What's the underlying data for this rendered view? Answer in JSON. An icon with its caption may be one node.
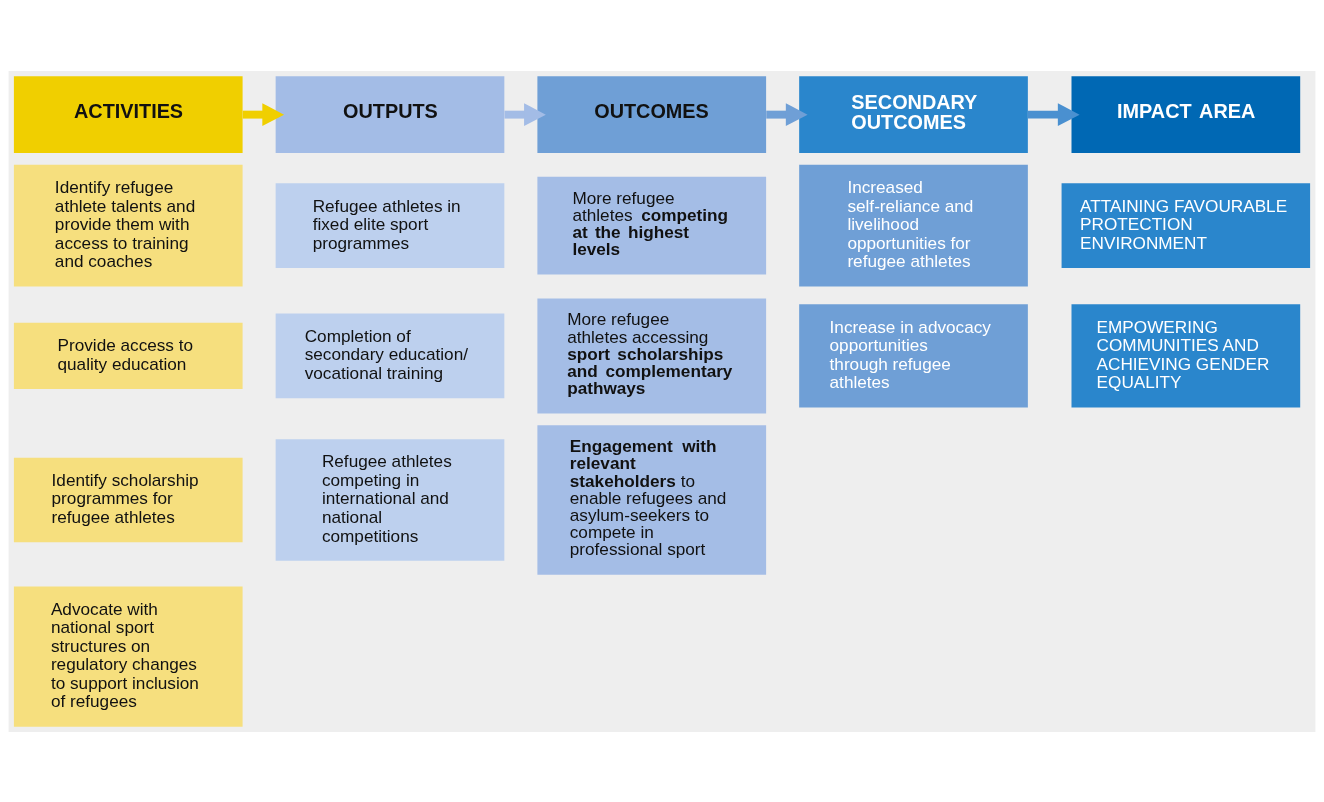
{
  "diagram": {
    "nodes": [
      {
        "text": [
          "ACTIVITIES"
        ]
      },
      {
        "text": [
          "Identify refugee athlete talents and provide them with access to training and coaches"
        ]
      },
      {
        "text": [
          "Provide access to quality education"
        ]
      },
      {
        "text": [
          "Identify scholarship programmes for refugee athletes"
        ]
      },
      {
        "text": [
          "Advocate with national sport structures on regulatory changes to support inclusion of refugees"
        ]
      },
      {
        "text": [
          "OUTPUTS"
        ]
      },
      {
        "text": [
          "Refugee athletes in fixed elite sport programmes"
        ]
      },
      {
        "text": [
          "Completion of secondary education/ vocational training"
        ]
      },
      {
        "text": [
          "Refugee athletes competing in international and national competitions"
        ]
      },
      {
        "text": [
          "OUTCOMES"
        ]
      },
      {
        "text": [
          "More refugee athletes **competing at the highest levels**"
        ]
      },
      {
        "text": [
          "More refugee athletes accessing **sport scholarships and complementary pathways**"
        ]
      },
      {
        "text": [
          "**Engagement with relevant stakeholders** to enable refugees and asylum-seekers to compete in professional sport"
        ]
      },
      {
        "text": [
          "SECONDARY OUTCOMES"
        ]
      },
      {
        "text": [
          "Increased self-reliance and livelihood opportunities for refugee athletes"
        ]
      },
      {
        "text": [
          "Increase in advocacy opportunities through refugee athletes"
        ]
      },
      {
        "text": [
          "IMPACT AREA"
        ]
      },
      {
        "text": [
          "ATTAINING FAVOURABLE PROTECTION ENVIRONMENT"
        ]
      },
      {
        "text": [
          "EMPOWERING COMMUNITIES AND ACHIEVING GENDER EQUALITY"
        ]
      }
    ],
    "edges": [
      {
        "from": 0,
        "to": 5,
        "arrow": "to",
        "color": "#f0cf00"
      },
      {
        "from": 5,
        "to": 9,
        "arrow": "to",
        "color": "#a3bce6"
      },
      {
        "from": 9,
        "to": 13,
        "arrow": "to",
        "color": "#6f9fd6"
      },
      {
        "from": 13,
        "to": 16,
        "arrow": "to",
        "color": "#4a90d0"
      }
    ]
  }
}
